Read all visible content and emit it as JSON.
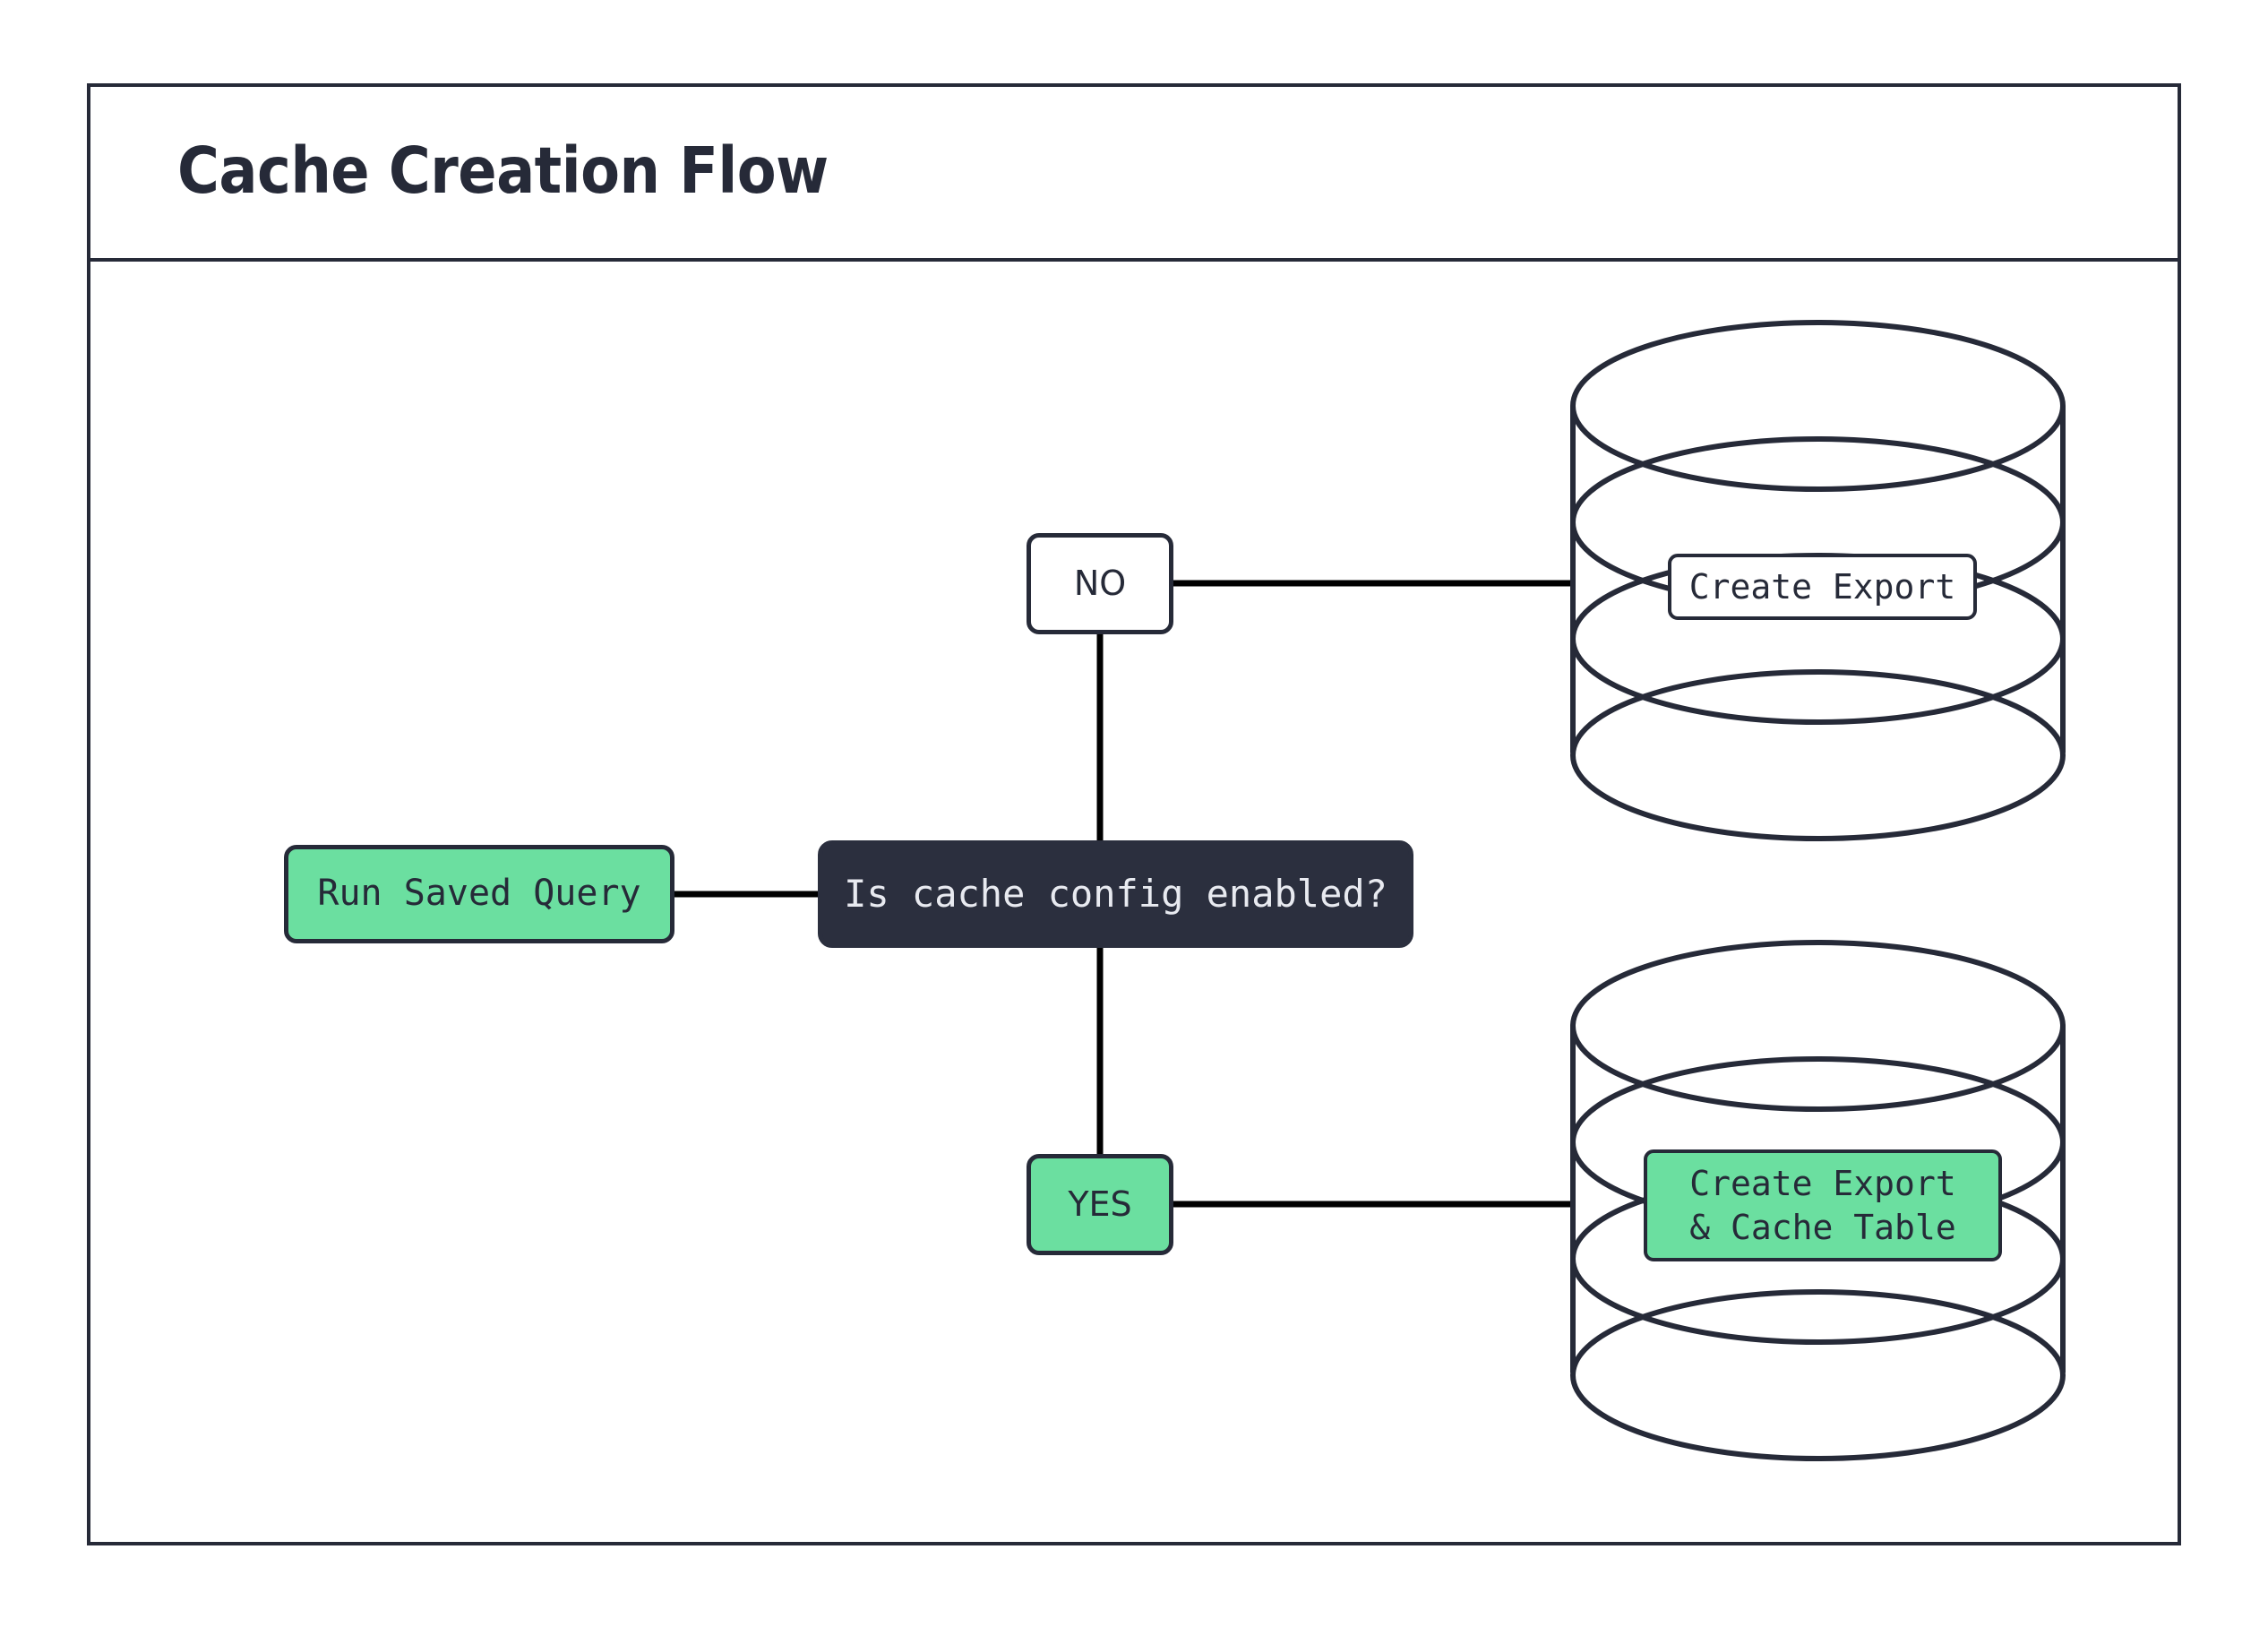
{
  "page": {
    "title": "Cache Creation Flow",
    "background": "#ffffff"
  },
  "colors": {
    "ink": "#262A38",
    "node_dark_fill": "#2B2F3E",
    "node_dark_text": "#E8EAF0",
    "accent_green": "#6BDFA0",
    "node_white_fill": "#ffffff",
    "edge": "#000000"
  },
  "diagram": {
    "type": "flowchart",
    "orientation": "left-to-right",
    "nodes": [
      {
        "id": "run-saved-query",
        "label": "Run Saved Query",
        "shape": "rounded-rect",
        "fill": "#6BDFA0",
        "text_color": "#262A38"
      },
      {
        "id": "decision",
        "label": "Is cache config enabled?",
        "shape": "rounded-rect",
        "fill": "#2B2F3E",
        "text_color": "#E8EAF0"
      },
      {
        "id": "branch-no",
        "label": "NO",
        "shape": "rounded-rect",
        "fill": "#ffffff",
        "text_color": "#262A38"
      },
      {
        "id": "branch-yes",
        "label": "YES",
        "shape": "rounded-rect",
        "fill": "#6BDFA0",
        "text_color": "#262A38"
      },
      {
        "id": "database-export",
        "label": "Create Export",
        "shape": "database-cylinder",
        "fill": "#ffffff",
        "text_color": "#262A38"
      },
      {
        "id": "database-export-cache",
        "label": "Create Export\n& Cache Table",
        "shape": "database-cylinder",
        "fill": "#6BDFA0",
        "text_color": "#262A38"
      }
    ],
    "edges": [
      {
        "from": "run-saved-query",
        "to": "decision",
        "label": ""
      },
      {
        "from": "decision",
        "to": "branch-no",
        "label": ""
      },
      {
        "from": "decision",
        "to": "branch-yes",
        "label": ""
      },
      {
        "from": "branch-no",
        "to": "database-export",
        "label": ""
      },
      {
        "from": "branch-yes",
        "to": "database-export-cache",
        "label": ""
      }
    ]
  }
}
